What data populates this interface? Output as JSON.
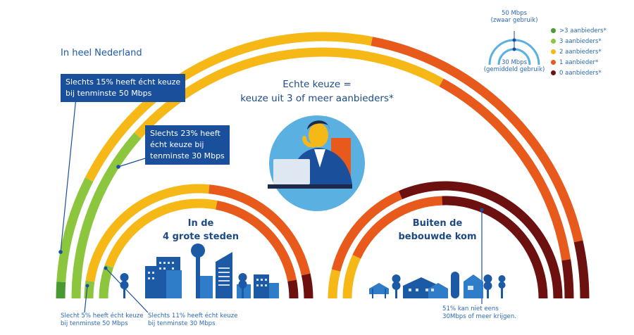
{
  "colors": {
    "green_dark": "#4a9a33",
    "green_light": "#8cc63f",
    "yellow": "#f6b817",
    "orange": "#e85a1b",
    "maroon": "#6d1110",
    "blue": "#1a4f9c",
    "sky": "#5ab0e0"
  },
  "titles": {
    "national": "In heel Nederland",
    "real_choice_line1": "Echte keuze =",
    "real_choice_line2": "keuze uit 3 of meer aanbieders*",
    "cities_line1": "In de",
    "cities_line2": "4 grote steden",
    "rural_line1": "Buiten de",
    "rural_line2": "bebouwde kom"
  },
  "callouts": {
    "nl_50_line1": "Slechts 15% heeft écht keuze",
    "nl_50_line2": "bij tenminste 50 Mbps",
    "nl_30_line1": "Slechts 23% heeft",
    "nl_30_line2": "écht keuze bij",
    "nl_30_line3": "tenminste 30 Mbps"
  },
  "notes": {
    "cities_50_line1": "Slecht 5% heeft écht keuze",
    "cities_50_line2": "bij tenminste 50 Mbps",
    "cities_30_line1": "Slechts 11% heeft écht keuze",
    "cities_30_line2": "bij tenminste 30 Mbps",
    "rural_line1": "51% kan niet eens",
    "rural_line2": "30Mbps of meer krijgen."
  },
  "speed_key": {
    "outer_line1": "50 Mbps",
    "outer_line2": "(zwaar gebruik)",
    "inner_line1": "30 Mbps",
    "inner_line2": "(gemiddeld gebruik)"
  },
  "legend": [
    {
      "label": ">3 aanbieders*",
      "color": "#4a9a33"
    },
    {
      "label": "3 aanbieders*",
      "color": "#8cc63f"
    },
    {
      "label": "2 aanbieders*",
      "color": "#f6b817"
    },
    {
      "label": "1 aanbieder*",
      "color": "#e85a1b"
    },
    {
      "label": "0 aanbieders*",
      "color": "#6d1110"
    }
  ],
  "arcs": {
    "national_50": [
      {
        "provider": ">3",
        "pct": 2
      },
      {
        "provider": "3",
        "pct": 13
      },
      {
        "provider": "2",
        "pct": 41
      },
      {
        "provider": "1",
        "pct": 37
      },
      {
        "provider": "0",
        "pct": 7
      }
    ],
    "national_30": [
      {
        "provider": ">3",
        "pct": 0
      },
      {
        "provider": "3",
        "pct": 23
      },
      {
        "provider": "2",
        "pct": 43
      },
      {
        "provider": "1",
        "pct": 29
      },
      {
        "provider": "0",
        "pct": 5
      }
    ],
    "cities_50": [
      {
        "provider": ">3",
        "pct": 0
      },
      {
        "provider": "3",
        "pct": 5
      },
      {
        "provider": "2",
        "pct": 48
      },
      {
        "provider": "1",
        "pct": 40
      },
      {
        "provider": "0",
        "pct": 7
      }
    ],
    "cities_30": [
      {
        "provider": ">3",
        "pct": 0
      },
      {
        "provider": "3",
        "pct": 11
      },
      {
        "provider": "2",
        "pct": 45
      },
      {
        "provider": "1",
        "pct": 38
      },
      {
        "provider": "0",
        "pct": 6
      }
    ],
    "rural_50": [
      {
        "provider": ">3",
        "pct": 0
      },
      {
        "provider": "3",
        "pct": 0
      },
      {
        "provider": "2",
        "pct": 8
      },
      {
        "provider": "1",
        "pct": 29
      },
      {
        "provider": "0",
        "pct": 63
      }
    ],
    "rural_30": [
      {
        "provider": ">3",
        "pct": 0
      },
      {
        "provider": "3",
        "pct": 0
      },
      {
        "provider": "2",
        "pct": 14
      },
      {
        "provider": "1",
        "pct": 35
      },
      {
        "provider": "0",
        "pct": 51
      }
    ]
  }
}
